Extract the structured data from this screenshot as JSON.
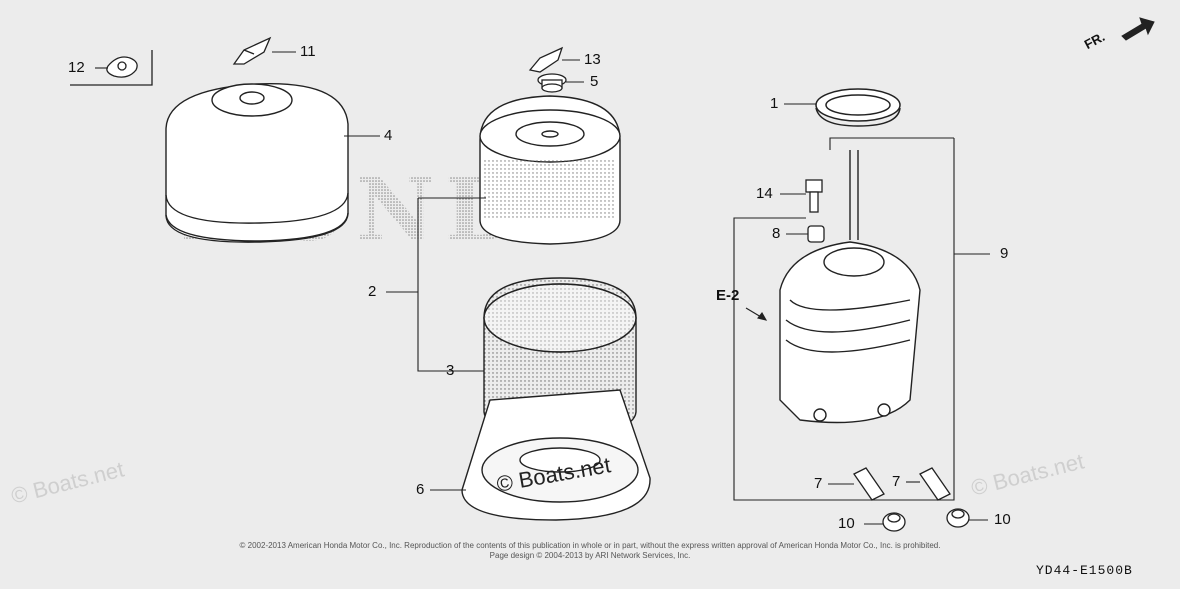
{
  "callouts": {
    "c1": "1",
    "c2": "2",
    "c3": "3",
    "c4": "4",
    "c5": "5",
    "c6": "6",
    "c7a": "7",
    "c7b": "7",
    "c8": "8",
    "c9": "9",
    "c10a": "10",
    "c10b": "10",
    "c11": "11",
    "c12": "12",
    "c13": "13",
    "c14": "14"
  },
  "reference": "E-2",
  "direction": "FR.",
  "watermark": {
    "center": "© Boats.net",
    "left": "© Boats.net",
    "right": "© Boats.net"
  },
  "background_brand": "HONDA",
  "copyright_line1": "© 2002-2013 American Honda Motor Co., Inc. Reproduction of the contents of this publication in whole or in part, without the express written approval of American Honda Motor Co., Inc. is prohibited.",
  "copyright_line2": "Page design © 2004-2013 by ARI Network Services, Inc.",
  "diagram_code": "YD44-E1500B",
  "colors": {
    "background": "#ececec",
    "line": "#222222"
  }
}
